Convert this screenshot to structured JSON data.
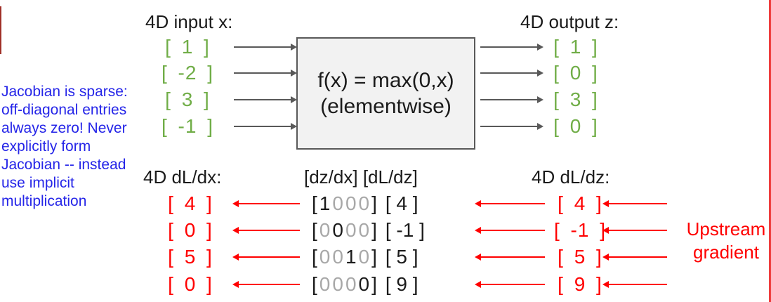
{
  "colors": {
    "dark": "#1B1B1B",
    "green": "#70AD47",
    "red": "#FF0000",
    "blue": "#2525E8",
    "gray_zero": "#A8A8A8",
    "arrow_gray": "#595959",
    "box_fill": "#F2F2F2",
    "box_border": "#595959",
    "right_stripe": "#EE3C3C",
    "left_sliver": "#A03028"
  },
  "note": {
    "lines": [
      "Jacobian is sparse:",
      "off-diagonal entries",
      "always zero! Never",
      "explicitly form",
      "Jacobian -- instead",
      "use implicit",
      "multiplication"
    ]
  },
  "top": {
    "input": {
      "title": "4D input x:",
      "values": [
        "[ 1 ]",
        "[ -2 ]",
        "[ 3 ]",
        "[ -1 ]"
      ]
    },
    "box": {
      "line1": "f(x) = max(0,x)",
      "line2": "(elementwise)"
    },
    "output": {
      "title": "4D output z:",
      "values": [
        "[ 1 ]",
        "[ 0 ]",
        "[ 3 ]",
        "[ 0 ]"
      ]
    }
  },
  "bottom": {
    "dldx": {
      "title": "4D dL/dx:",
      "values": [
        "[ 4 ]",
        "[ 0 ]",
        "[ 5 ]",
        "[ 0 ]"
      ]
    },
    "jacobian": {
      "title": "[dz/dx] [dL/dz]",
      "bracket_open": "[",
      "bracket_close": "]",
      "rows": [
        {
          "entries": [
            "1",
            "0",
            "0",
            "0"
          ],
          "value": "[ 4 ]"
        },
        {
          "entries": [
            "0",
            "0",
            "0",
            "0"
          ],
          "value": "[ -1 ]"
        },
        {
          "entries": [
            "0",
            "0",
            "1",
            "0"
          ],
          "value": "[ 5 ]"
        },
        {
          "entries": [
            "0",
            "0",
            "0",
            "0"
          ],
          "value": "[ 9 ]"
        }
      ]
    },
    "dldz": {
      "title": "4D dL/dz:",
      "values": [
        "[ 4 ]",
        "[ -1 ]",
        "[ 5 ]",
        "[ 9 ]"
      ]
    },
    "upstream": {
      "line1": "Upstream",
      "line2": "gradient"
    }
  }
}
